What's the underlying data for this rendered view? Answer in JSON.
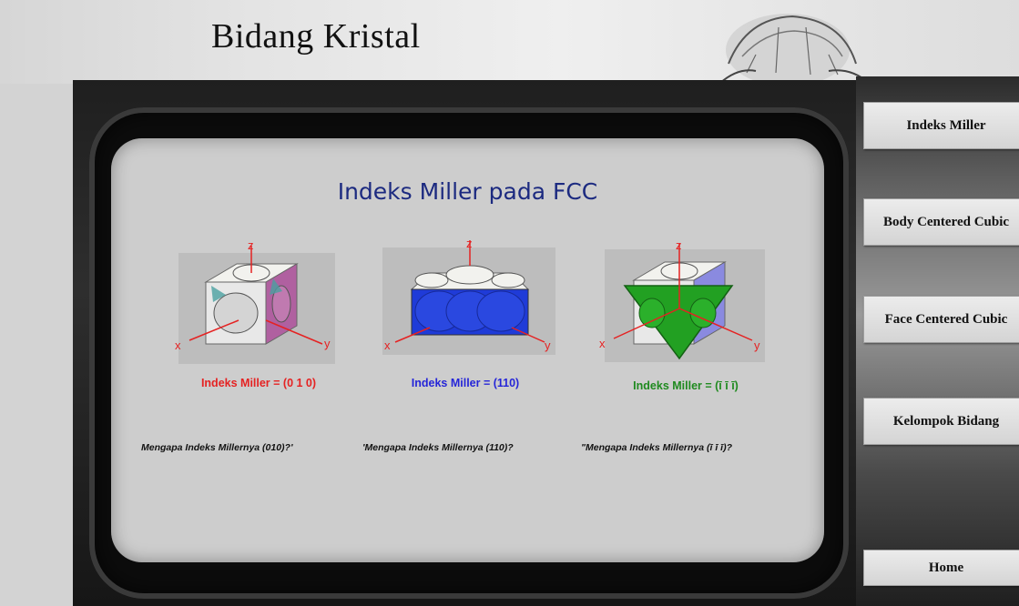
{
  "app": {
    "title": "Bidang Kristal"
  },
  "main": {
    "heading": "Indeks Miller pada FCC",
    "figures": [
      {
        "label": "Indeks Miller = (0 1 0)",
        "color": "#e52222",
        "axes": {
          "z": "z",
          "x": "x",
          "y": "y"
        }
      },
      {
        "label": "Indeks Miller = (110)",
        "color": "#2525d8",
        "axes": {
          "z": "z",
          "x": "x",
          "y": "y"
        }
      },
      {
        "label": "Indeks Miller = (ī ī ī)",
        "color": "#1f8a1f",
        "axes": {
          "z": "z",
          "x": "x",
          "y": "y"
        }
      }
    ],
    "questions": [
      "Mengapa Indeks Millernya (010)?'",
      "'Mengapa Indeks Millernya (110)?",
      "\"Mengapa Indeks Millernya (ī ī ī)?"
    ]
  },
  "sidebar": {
    "items": [
      {
        "label": "Indeks Miller"
      },
      {
        "label": "Body Centered Cubic"
      },
      {
        "label": "Face Centered Cubic"
      },
      {
        "label": "Kelompok Bidang"
      },
      {
        "label": "Home"
      }
    ]
  },
  "colors": {
    "heading": "#1c2a80",
    "plane_010": "#b060a0",
    "plane_110": "#1f3bd8",
    "plane_111": "#22a022",
    "axis": "#e52222"
  }
}
